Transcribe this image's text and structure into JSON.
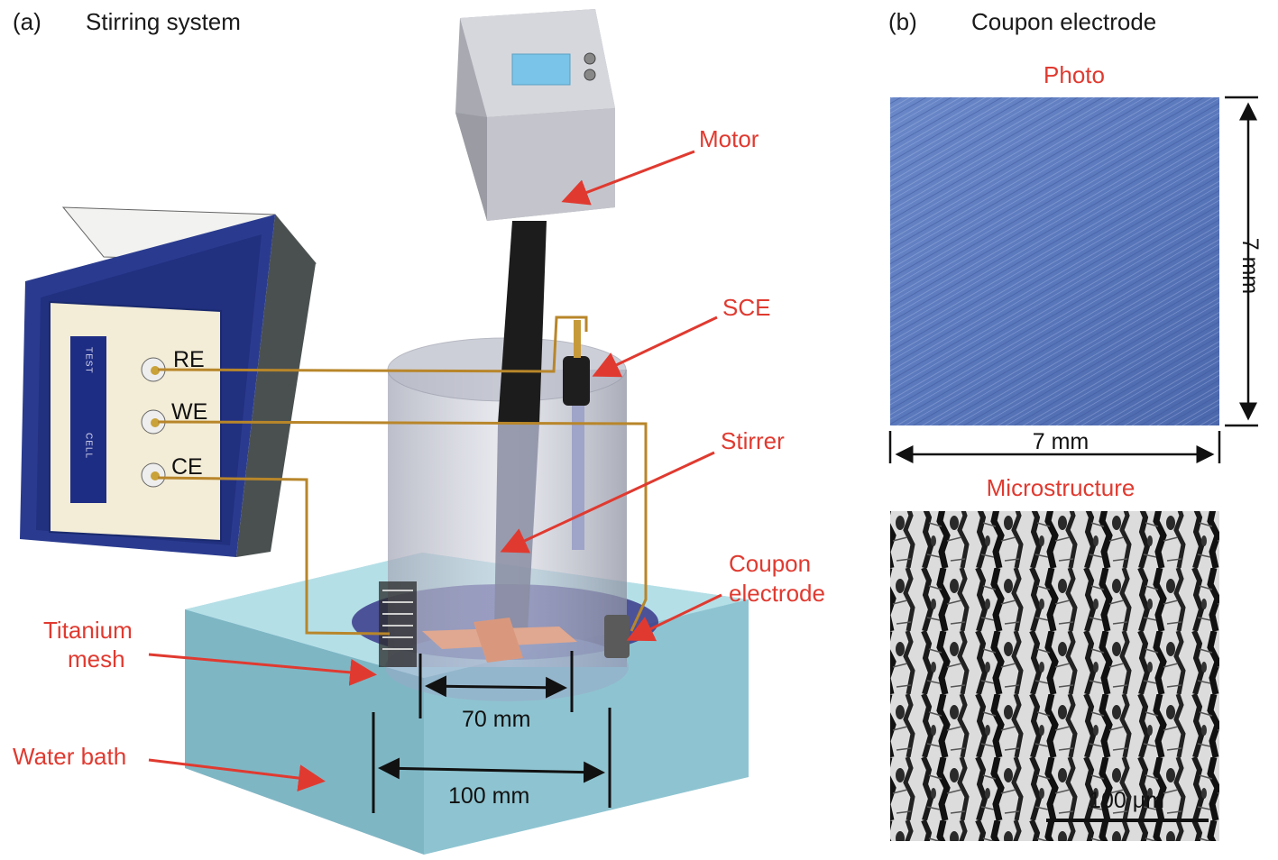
{
  "panel_a": {
    "letter": "(a)",
    "title": "Stirring system",
    "labels": {
      "motor": "Motor",
      "sce": "SCE",
      "stirrer": "Stirrer",
      "coupon_line1": "Coupon",
      "coupon_line2": "electrode",
      "titanium_line1": "Titanium",
      "titanium_line2": "mesh",
      "water_bath": "Water bath"
    },
    "terminals": {
      "re": "RE",
      "we": "WE",
      "ce": "CE"
    },
    "dimensions": {
      "inner": "70 mm",
      "outer": "100 mm"
    },
    "box_panel_text_top": "TEST",
    "box_panel_text_bottom": "CELL"
  },
  "panel_b": {
    "letter": "(b)",
    "title": "Coupon electrode",
    "photo_label": "Photo",
    "photo_width": "7 mm",
    "photo_height": "7 mm",
    "micro_label": "Microstructure",
    "scale_bar": "100 μm"
  },
  "colors": {
    "label_red": "#e03a30",
    "wire": "#b8862a",
    "bath": "#8fc8d4",
    "box_blue": "#2a3b8f"
  }
}
